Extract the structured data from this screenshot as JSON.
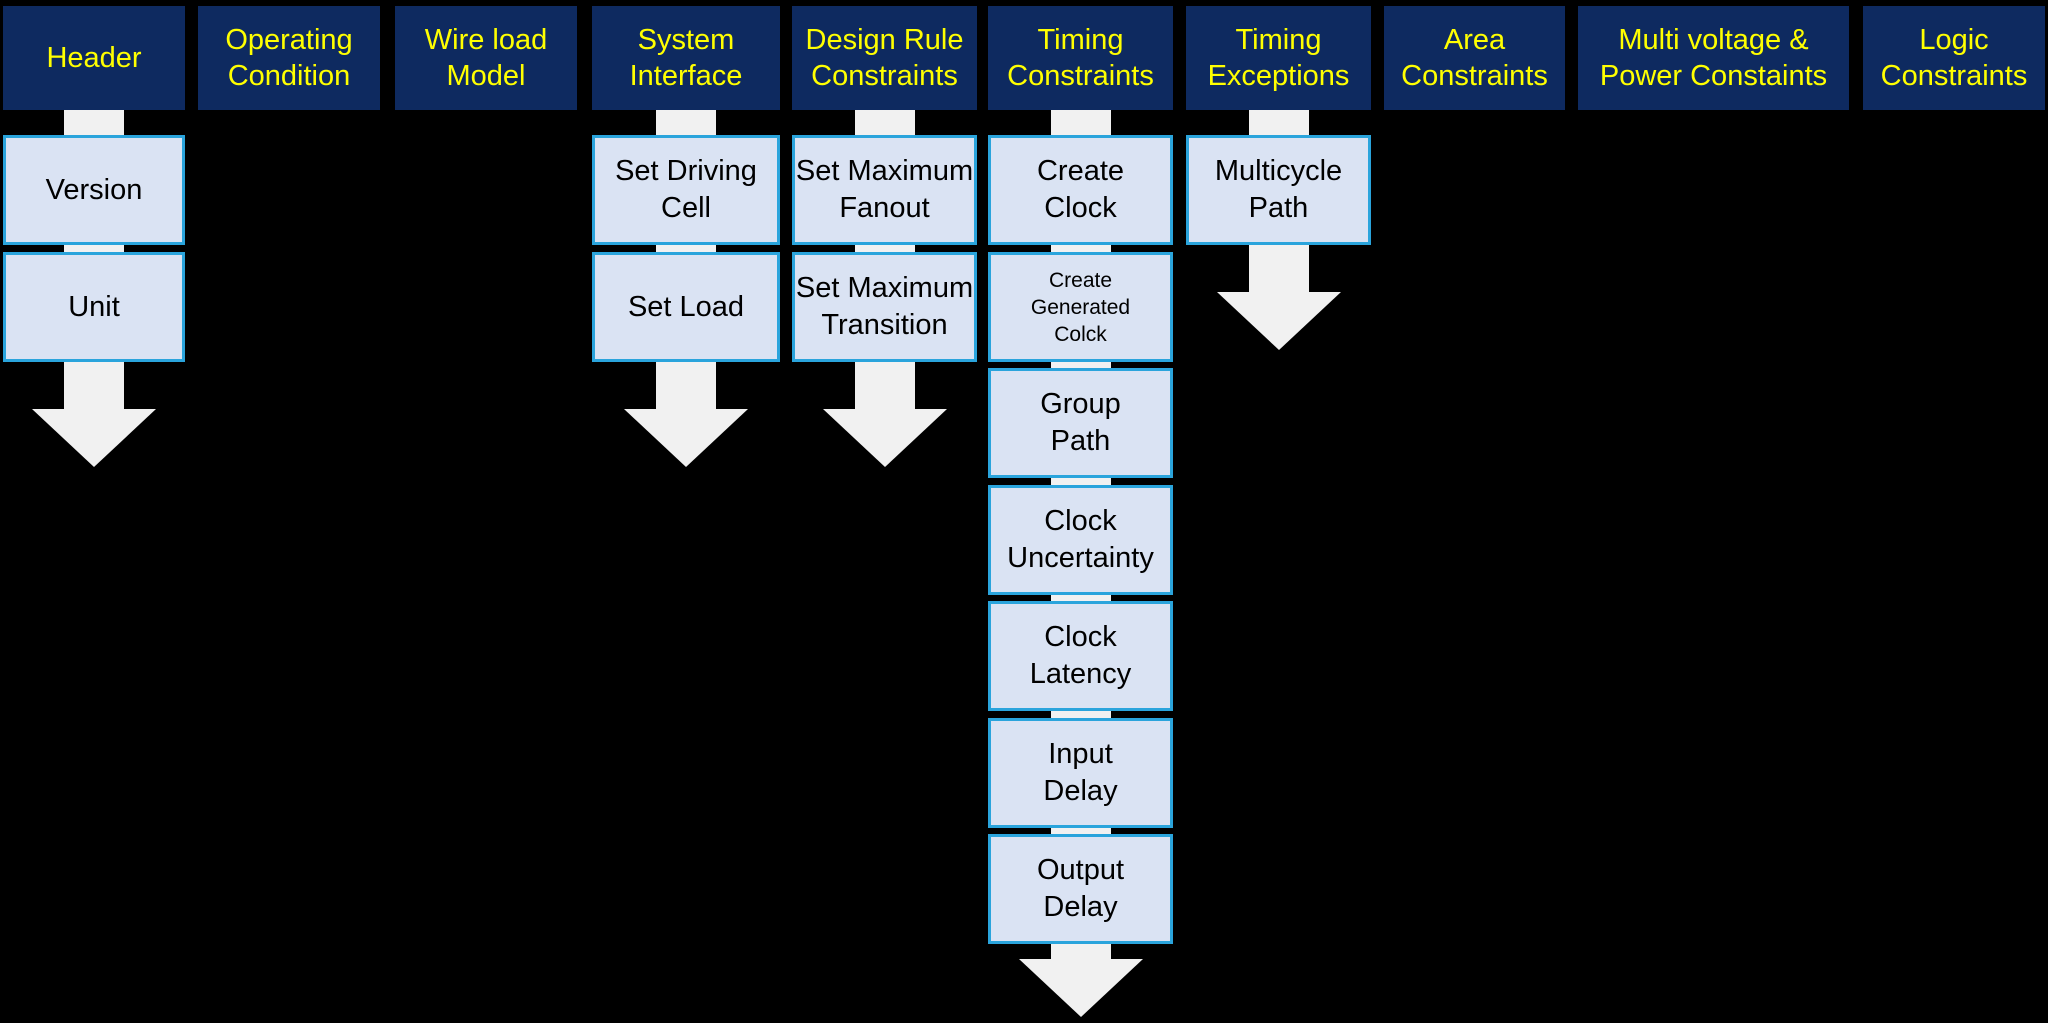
{
  "diagram": {
    "colors": {
      "background": "#000000",
      "header_box_bg": "#0e2a60",
      "header_text": "#ffff00",
      "child_box_bg": "#dae3f3",
      "child_box_border": "#2aa4dc",
      "child_text": "#000000",
      "arrow": "#f1f1f1"
    },
    "columns": [
      {
        "id": "header",
        "label": "Header",
        "children": [
          "Version",
          "Unit"
        ]
      },
      {
        "id": "operating-condition",
        "label": "Operating\nCondition",
        "children": []
      },
      {
        "id": "wire-load-model",
        "label": "Wire load\nModel",
        "children": []
      },
      {
        "id": "system-interface",
        "label": "System\nInterface",
        "children": [
          "Set Driving\nCell",
          "Set Load"
        ]
      },
      {
        "id": "design-rule-constraints",
        "label": "Design Rule\nConstraints",
        "children": [
          "Set Maximum\nFanout",
          "Set Maximum\nTransition"
        ]
      },
      {
        "id": "timing-constraints",
        "label": "Timing\nConstraints",
        "children": [
          "Create\nClock",
          "Create\nGenerated\nColck",
          "Group\nPath",
          "Clock\nUncertainty",
          "Clock\nLatency",
          "Input\nDelay",
          "Output\nDelay"
        ]
      },
      {
        "id": "timing-exceptions",
        "label": "Timing\nExceptions",
        "children": [
          "Multicycle\nPath"
        ]
      },
      {
        "id": "area-constraints",
        "label": "Area\nConstraints",
        "children": []
      },
      {
        "id": "multi-voltage-power-constraints",
        "label": "Multi voltage &\nPower Constaints",
        "children": []
      },
      {
        "id": "logic-constraints",
        "label": "Logic\nConstraints",
        "children": []
      }
    ]
  }
}
